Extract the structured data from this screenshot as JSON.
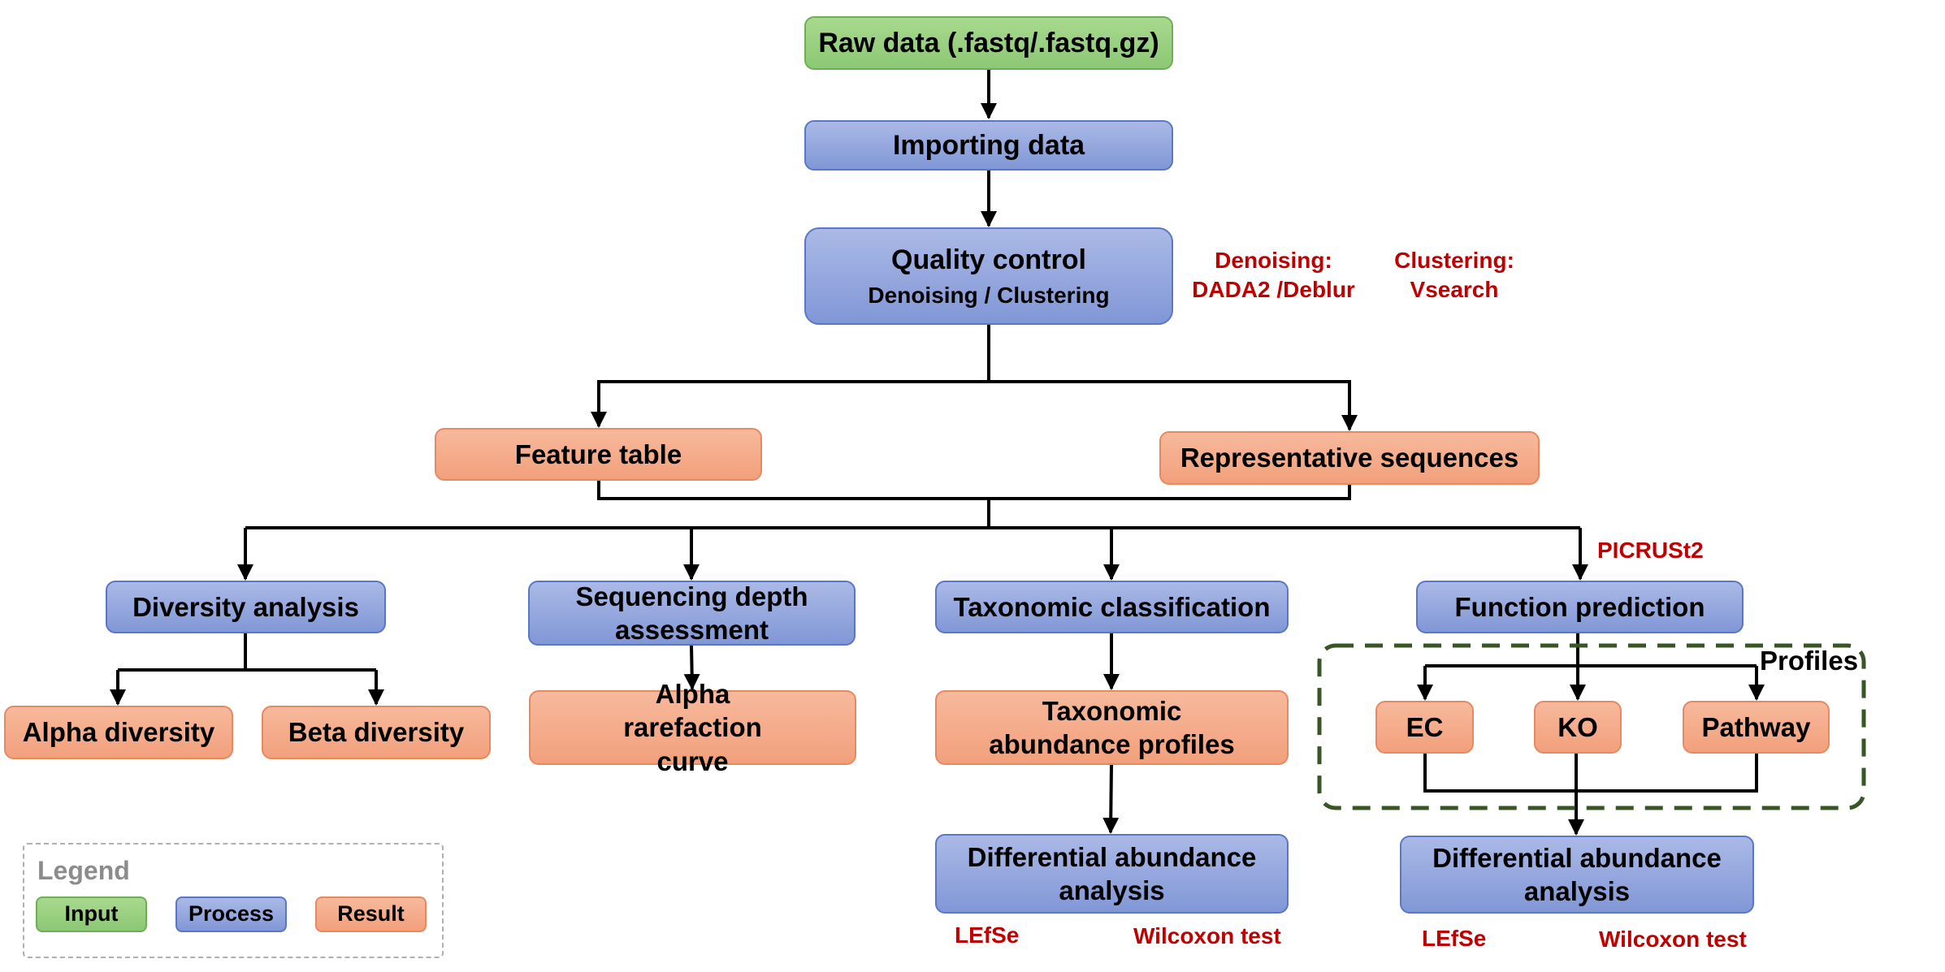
{
  "nodes": {
    "raw_data": "Raw data (.fastq/.fastq.gz)",
    "importing": "Importing data",
    "qc_title": "Quality control",
    "qc_sub": "Denoising / Clustering",
    "feature_table": "Feature table",
    "rep_seqs": "Representative sequences",
    "diversity": "Diversity analysis",
    "seq_depth": "Sequencing depth assessment",
    "taxonomic": "Taxonomic classification",
    "function": "Function prediction",
    "alpha_div": "Alpha diversity",
    "beta_div": "Beta diversity",
    "rarefaction": "Alpha rarefaction curve",
    "tax_abundance": "Taxonomic abundance profiles",
    "ec": "EC",
    "ko": "KO",
    "pathway": "Pathway",
    "diff1": "Differential abundance analysis",
    "diff2": "Differential abundance analysis"
  },
  "notes": {
    "denoising_label": "Denoising:",
    "denoising_tools": "DADA2 /Deblur",
    "clustering_label": "Clustering:",
    "clustering_tools": "Vsearch",
    "picrust": "PICRUSt2",
    "profiles": "Profiles",
    "lefse_1": "LEfSe",
    "wilcoxon_1": "Wilcoxon test",
    "lefse_2": "LEfSe",
    "wilcoxon_2": "Wilcoxon test"
  },
  "legend": {
    "title": "Legend",
    "input": "Input",
    "process": "Process",
    "result": "Result"
  },
  "colors": {
    "input": "#8cc875",
    "process": "#8197d6",
    "result": "#f2a07c",
    "note_red": "#c00000",
    "dashed_group": "#375623"
  }
}
